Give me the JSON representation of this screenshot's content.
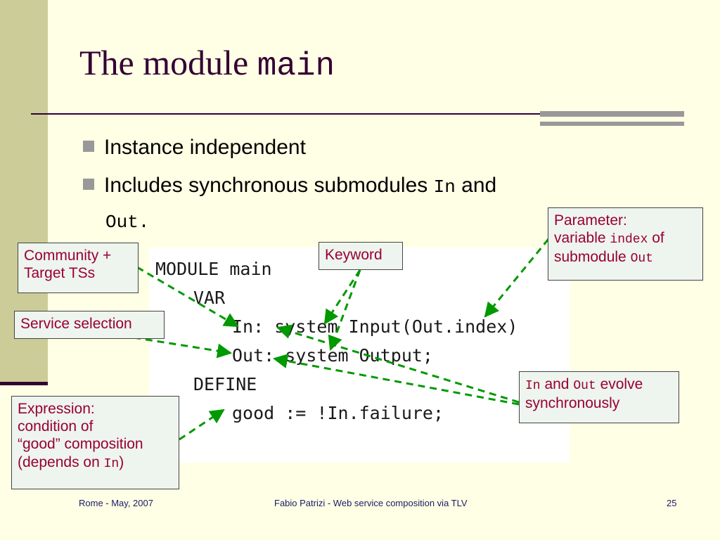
{
  "slide": {
    "title_text": "The module ",
    "title_mono": "main",
    "bullets": [
      {
        "text": "Instance independent"
      },
      {
        "text_before": "Includes synchronous submodules ",
        "mono1": "In",
        "text_mid": " and",
        "mono2": "Out."
      }
    ]
  },
  "code": {
    "lines": [
      "MODULE main",
      "VAR",
      "In: system Input(Out.index)",
      "Out: system Output;",
      "DEFINE",
      "good := !In.failure;"
    ]
  },
  "callouts": {
    "community": {
      "line1": "Community +",
      "line2": "Target TSs"
    },
    "keyword": {
      "text": "Keyword"
    },
    "parameter": {
      "line1": "Parameter:",
      "line2_text": "variable ",
      "line2_mono": "index",
      "line2_tail": " of",
      "line3_text": "submodule ",
      "line3_mono": "Out"
    },
    "service": {
      "text": "Service selection"
    },
    "inout": {
      "mono1": "In",
      "text_mid": " and ",
      "mono2": "Out",
      "text_tail": " evolve",
      "line2": "synchronously"
    },
    "expression": {
      "line1": "Expression:",
      "line2": "condition of",
      "line3": "“good” composition",
      "line4_text": "(depends on ",
      "line4_mono": "In",
      "line4_tail": ")"
    }
  },
  "footer": {
    "left": "Rome - May, 2007",
    "center": "Fabio Patrizi - Web service composition via TLV",
    "page": "25"
  },
  "colors": {
    "background": "#ffffe5",
    "sidebar": "#cccc99",
    "title": "#330033",
    "callout_text": "#990033",
    "callout_bg": "#eef4ee",
    "arrow": "#009900"
  }
}
